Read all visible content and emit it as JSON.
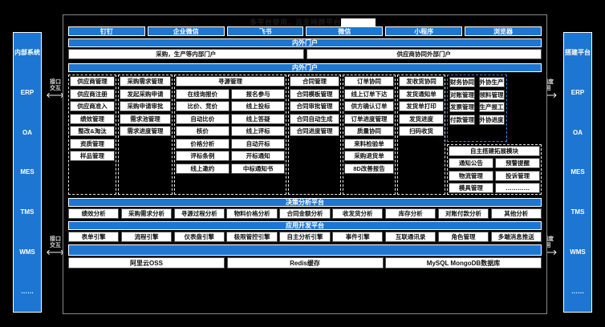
{
  "title": {
    "text": "多平台使用，且支持跨平台",
    "highlight": "　　"
  },
  "rails": {
    "left": {
      "items": [
        "内部系统",
        "ERP",
        "OA",
        "MES",
        "TMS",
        "WMS",
        "……"
      ]
    },
    "right": {
      "items": [
        "搭建平台",
        "ERP",
        "OA",
        "MES",
        "TMS",
        "WMS",
        "……"
      ]
    },
    "arrows": [
      {
        "label_line1": "接口",
        "label_line2": "交互",
        "glyph": "⟷"
      },
      {
        "label_line1": "接口",
        "label_line2": "交互",
        "glyph": "⟷"
      },
      {
        "label_line1": "调度",
        "label_line2": "用",
        "glyph": "⟷"
      },
      {
        "label_line1": "调度",
        "label_line2": "用",
        "glyph": "⟷"
      }
    ]
  },
  "channels": [
    "钉钉",
    "企业微信",
    "飞书",
    "微信",
    "小程序",
    "浏览器"
  ],
  "portal_bar_1": "内外门户",
  "portals": [
    "采购，生产等内部门户",
    "供应商协同外部门户"
  ],
  "portal_bar_2": "内外门户",
  "modules": [
    {
      "header": "供应商管理",
      "items": [
        "供应商注册",
        "供应商准入",
        "绩效管理",
        "整改&淘汰",
        "资质管理",
        "样品管理"
      ]
    },
    {
      "header": "采购需求管理",
      "items": [
        "发起采购申请",
        "采购申请审批",
        "需求池管理",
        "需求进度管理"
      ]
    },
    {
      "header": "寻源管理",
      "sub": [
        [
          "在线询报价",
          "比价、竞价",
          "自动比价",
          "核价",
          "价格分析",
          "评标条例",
          "线上邀约"
        ],
        [
          "报名参与",
          "线上投标",
          "线上答疑",
          "线上评标",
          "自动开标",
          "开标通知",
          "中标通知书"
        ]
      ]
    },
    {
      "header": "合同管理",
      "items": [
        "合同模板管理",
        "合同审批管理",
        "合同自动生成",
        "合同进度管理"
      ]
    },
    {
      "header": "订单协同",
      "items": [
        "线上订单下达",
        "供方确认订单",
        "订单进度管理",
        "质量协同",
        "来料检验单",
        "采购退货单",
        "8D改善报告"
      ]
    },
    {
      "header": "发收货协同",
      "items": [
        "发货通知单",
        "发货单打印",
        "发货进度",
        "扫码收货"
      ]
    },
    {
      "header": "财务协同",
      "items": [
        "对账管理",
        "发票管理",
        "付款管理"
      ],
      "group": "blue"
    },
    {
      "header": "外协生产",
      "items": [
        "领料管理",
        "生产报工",
        "外协进度"
      ],
      "group": "blue"
    }
  ],
  "extension": {
    "header": "自主搭建拓展模块",
    "sub": [
      [
        "通知公告",
        "物流管理",
        "模具管理"
      ],
      [
        "预警提醒",
        "投诉管理",
        "…………"
      ]
    ]
  },
  "decision_platform": {
    "title": "决策分析平台",
    "items": [
      "绩效分析",
      "采购需求分析",
      "寻源过程分析",
      "物料价格分析",
      "合同金额分析",
      "收发货分析",
      "库存分析",
      "对账付款分析",
      "其他分析"
    ]
  },
  "app_platform": {
    "title": "应用开发平台",
    "items": [
      "表单引擎",
      "流程引擎",
      "仪表盘引擎",
      "极限管控引擎",
      "自主分析引擎",
      "事件引擎",
      "互联通讯录",
      "角色管理",
      "多端消息推送"
    ]
  },
  "infra": {
    "title": "",
    "items": [
      "阿里云OSS",
      "Redis缓存",
      "MySQL MongoDB数据库"
    ]
  },
  "colors": {
    "accent": "#1d76d1",
    "frame": "#888888",
    "cell_bg": "#ffffff",
    "bg": "#000000"
  }
}
